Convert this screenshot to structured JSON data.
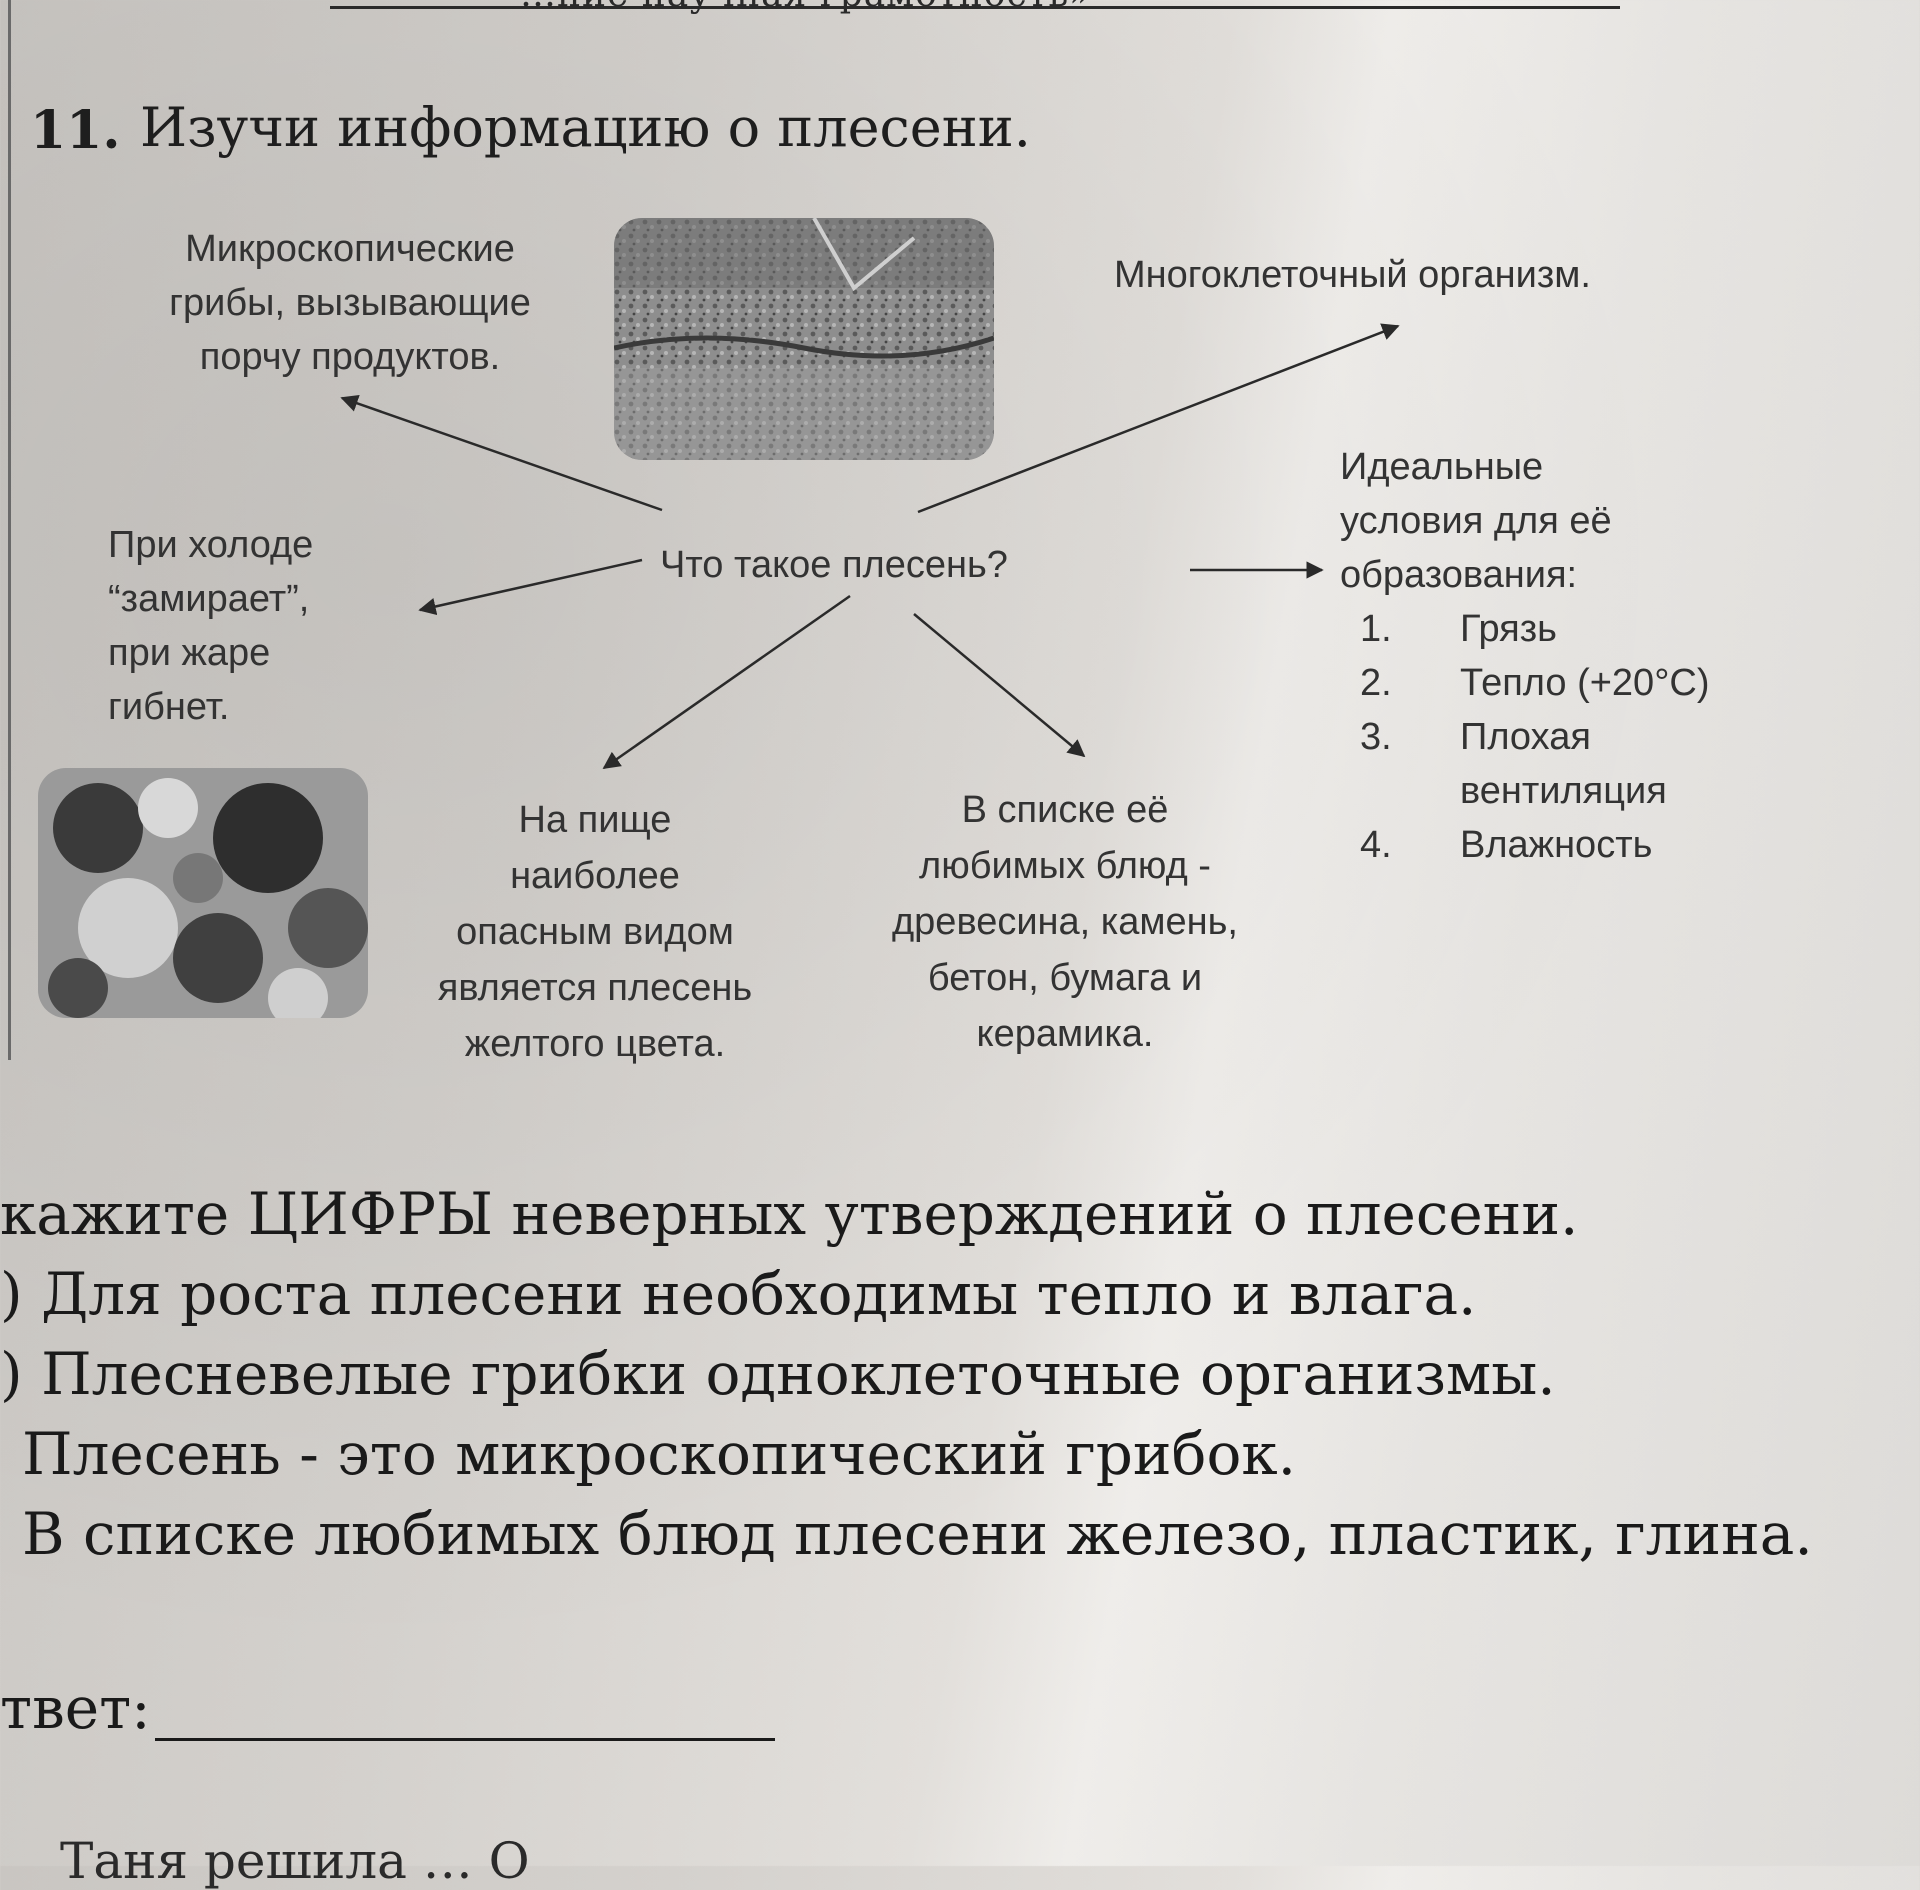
{
  "task": {
    "number": "11.",
    "title": "Изучи информацию о плесени."
  },
  "diagram": {
    "center": "Что такое плесень?",
    "nodes": {
      "microscopic": [
        "Микроскопические",
        "грибы, вызывающие",
        "порчу продуктов."
      ],
      "multicellular": "Многоклеточный организм.",
      "cold": [
        "При холоде",
        "“замирает”,",
        "при жаре",
        "гибнет."
      ],
      "conditions_title": [
        "Идеальные",
        "условия для её",
        "образования:"
      ],
      "conditions": [
        {
          "n": "1.",
          "text": "Грязь"
        },
        {
          "n": "2.",
          "text": "Тепло (+20°С)"
        },
        {
          "n": "3.",
          "text": "Плохая"
        },
        {
          "n": "",
          "text": "вентиляция"
        },
        {
          "n": "4.",
          "text": "Влажность"
        }
      ],
      "food": [
        "На пище",
        "наиболее",
        "опасным видом",
        "является плесень",
        "желтого цвета."
      ],
      "favorites": [
        "В списке её",
        "любимых блюд -",
        "древесина, камень,",
        "бетон, бумага и",
        "керамика."
      ]
    }
  },
  "question": {
    "prompt": "кажите ЦИФРЫ неверных утверждений о плесени.",
    "statements": [
      ") Для роста плесени необходимы тепло и влага.",
      ") Плесневелые грибки одноклеточные организмы.",
      "Плесень - это микроскопический грибок.",
      "В списке любимых блюд плесени железо, пластик, глина."
    ],
    "answer_label": "твет:"
  },
  "cut_text": {
    "top": "…ние научная грамотность»",
    "bottom": "Таня решила … О"
  },
  "colors": {
    "ink": "#1e1e1e",
    "paper": "#e2dfdb"
  }
}
